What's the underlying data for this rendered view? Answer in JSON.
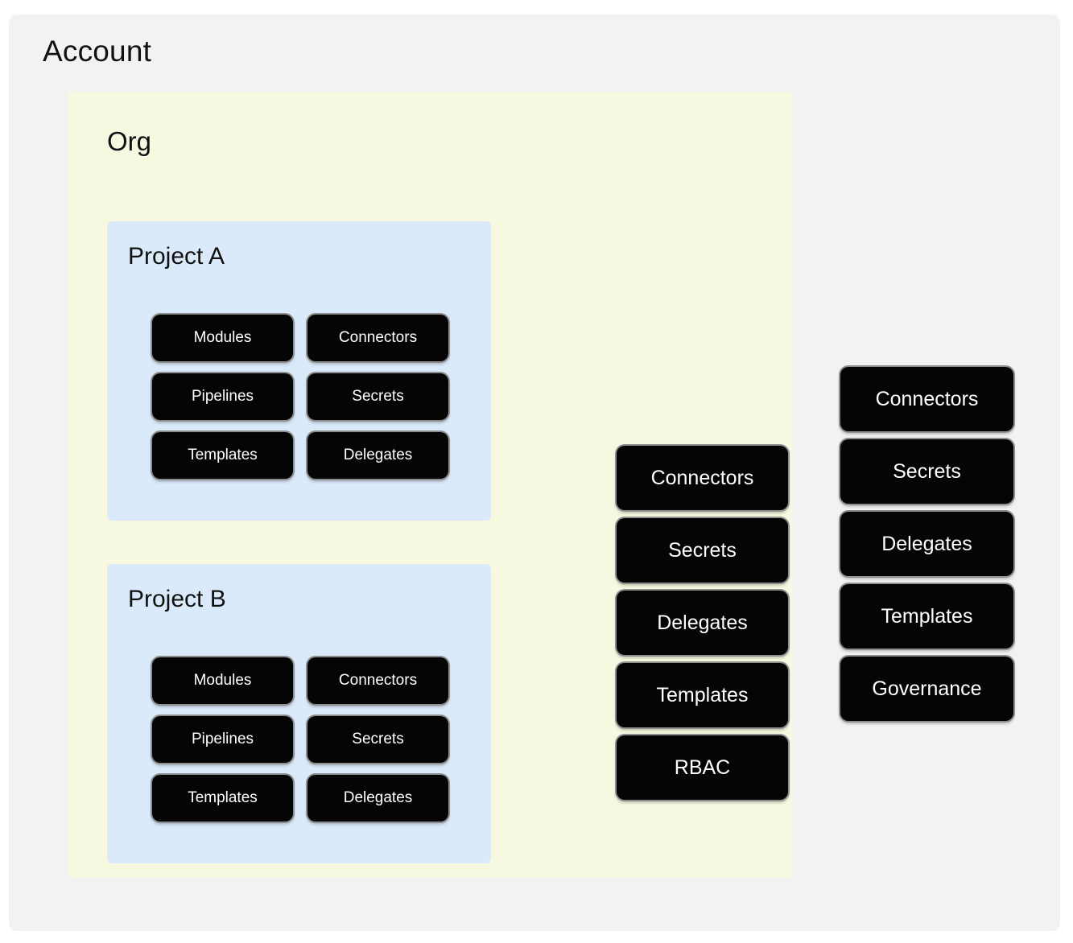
{
  "diagram": {
    "type": "nested-hierarchy",
    "scopes": [
      "Account",
      "Org",
      "Project"
    ]
  },
  "account": {
    "title": "Account",
    "background_color": "#f2f2f3",
    "resources": [
      {
        "label": "Connectors"
      },
      {
        "label": "Secrets"
      },
      {
        "label": "Delegates"
      },
      {
        "label": "Templates"
      },
      {
        "label": "Governance"
      }
    ]
  },
  "org": {
    "title": "Org",
    "background_color": "#f6f9e0",
    "resources": [
      {
        "label": "Connectors"
      },
      {
        "label": "Secrets"
      },
      {
        "label": "Delegates"
      },
      {
        "label": "Templates"
      },
      {
        "label": "RBAC"
      }
    ]
  },
  "projects": [
    {
      "title": "Project A",
      "background_color": "#daeafa",
      "resources": [
        {
          "label": "Modules"
        },
        {
          "label": "Connectors"
        },
        {
          "label": "Pipelines"
        },
        {
          "label": "Secrets"
        },
        {
          "label": "Templates"
        },
        {
          "label": "Delegates"
        }
      ]
    },
    {
      "title": "Project B",
      "background_color": "#daeafa",
      "resources": [
        {
          "label": "Modules"
        },
        {
          "label": "Connectors"
        },
        {
          "label": "Pipelines"
        },
        {
          "label": "Secrets"
        },
        {
          "label": "Templates"
        },
        {
          "label": "Delegates"
        }
      ]
    }
  ],
  "style": {
    "chip_background": "#050505",
    "chip_text_color": "#ffffff",
    "page_background": "#ffffff"
  }
}
